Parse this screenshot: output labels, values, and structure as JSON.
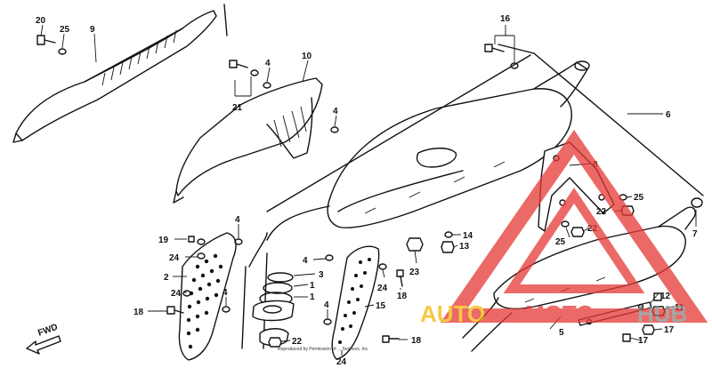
{
  "callouts": {
    "c1a": "1",
    "c1b": "1",
    "c2": "2",
    "c3": "3",
    "c4a": "4",
    "c4b": "4",
    "c4c": "4",
    "c4d": "4",
    "c4e": "4",
    "c4f": "4",
    "c5": "5",
    "c6": "6",
    "c7": "7",
    "c8": "8",
    "c9": "9",
    "c10": "10",
    "c11": "11",
    "c12": "12",
    "c13": "13",
    "c14": "14",
    "c15": "15",
    "c16": "16",
    "c17a": "17",
    "c17b": "17",
    "c18a": "18",
    "c18b": "18",
    "c18c": "18",
    "c19": "19",
    "c20": "20",
    "c21": "21",
    "c22a": "22",
    "c22b": "22",
    "c22c": "22",
    "c23": "23",
    "c24a": "24",
    "c24b": "24",
    "c24c": "24",
    "c24d": "24",
    "c25a": "25",
    "c25b": "25",
    "c25c": "25"
  },
  "fwd_label": "FWD",
  "copyright_note": "Reproduced by Permission of ... Services, Inc.",
  "watermark": {
    "word1": "AUTO",
    "word2": "MOTO",
    "word3": "HUB",
    "color_red": "#e53935",
    "color_gold": "#f2b705"
  }
}
